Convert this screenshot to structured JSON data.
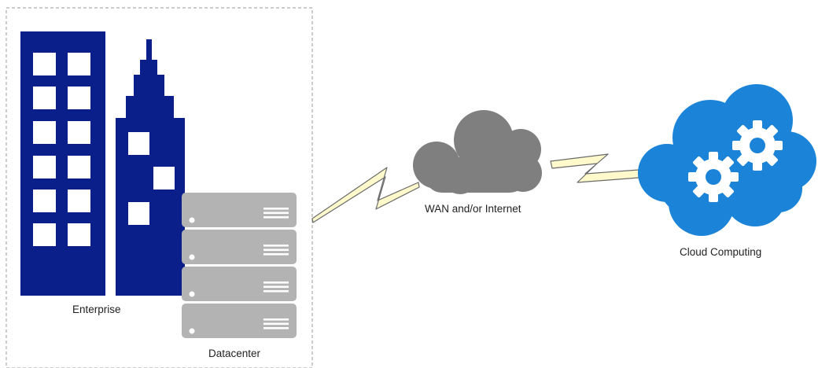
{
  "labels": {
    "enterprise": "Enterprise",
    "datacenter": "Datacenter",
    "wan": "WAN and/or Internet",
    "cloud": "Cloud Computing"
  },
  "icons": {
    "enterprise": [
      "office-building-icon",
      "skyscraper-icon"
    ],
    "datacenter": "server-rack-icon",
    "wan": "network-cloud-icon",
    "cloud": "cloud-gears-icon",
    "links": "lightning-link-icon"
  },
  "colors": {
    "building": "#0b1f8a",
    "server": "#b3b3b3",
    "wan_cloud": "#7f7f7f",
    "cloud_computing": "#1b84d9",
    "lightning_fill": "#fff9cc",
    "boundary": "#999999"
  }
}
